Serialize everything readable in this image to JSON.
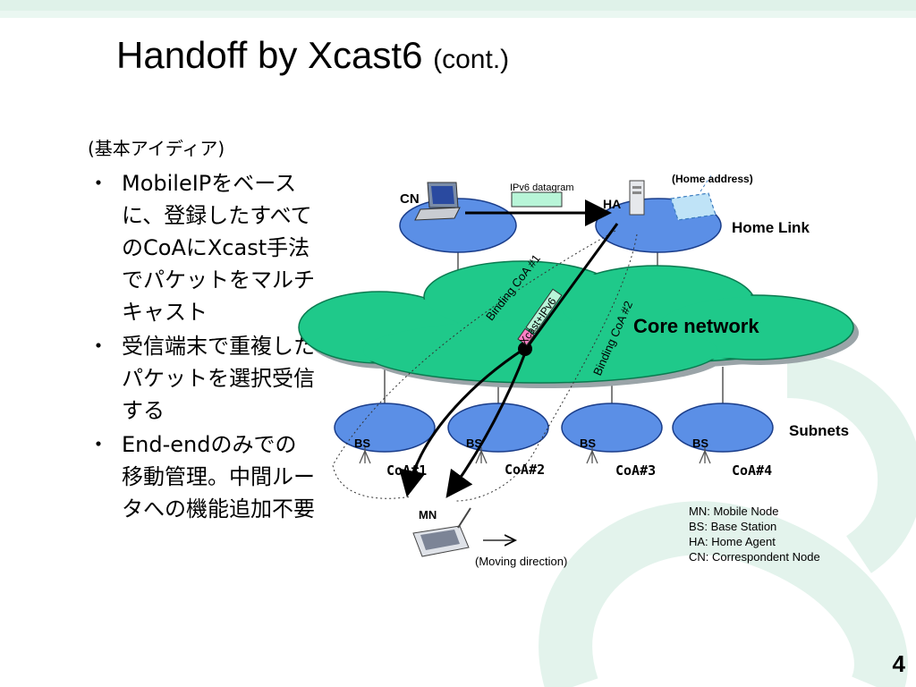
{
  "slide": {
    "title": "Handoff by Xcast6",
    "title_suffix": "(cont.)",
    "page_number": "4"
  },
  "sidebar": {
    "intro": "(基本アイディア)",
    "bullet_glyph": "・",
    "bullets": [
      "MobileIPをベースに、登録したすべてのCoAにXcast手法でパケットをマルチキャスト",
      "受信端末で重複したパケットを選択受信する",
      "End-endのみでの移動管理。中間ルータへの機能追加不要"
    ]
  },
  "diagram": {
    "cn_label": "CN",
    "ha_label": "HA",
    "home_address_label": "(Home address)",
    "home_link_label": "Home Link",
    "ipv6_datagram_label": "IPv6 datagram",
    "core_network_label": "Core network",
    "binding_coa1_label": "Binding CoA #1",
    "binding_coa2_label": "Binding CoA #2",
    "xcast_label": "Xcast+IPv6",
    "subnets_label": "Subnets",
    "bs_label": "BS",
    "coa_labels": [
      "CoA#1",
      "CoA#2",
      "CoA#3",
      "CoA#4"
    ],
    "mn_label": "MN",
    "moving_direction_label": "(Moving direction)",
    "legend": [
      "MN: Mobile Node",
      "BS: Base Station",
      "HA: Home Agent",
      "CN: Correspondent Node"
    ]
  },
  "colors": {
    "core_green": "#1fc98a",
    "subnet_blue": "#5b8fe6",
    "datagram_fill": "#b8f5d8",
    "xcast_pink": "#ff7fc4",
    "deco_teal": "#cfe9df"
  }
}
